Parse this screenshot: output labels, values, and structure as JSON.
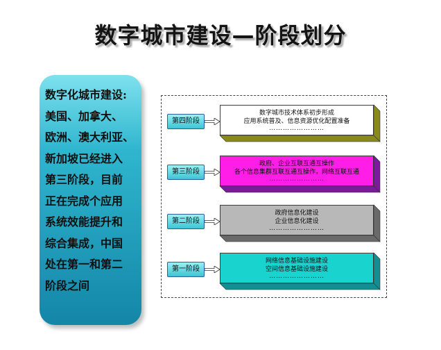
{
  "title": "数字城市建设—阶段划分",
  "left_panel": {
    "lines": [
      "数字化城市建设:",
      "美国、加拿大、",
      "欧洲、澳大利亚、",
      "新加坡已经进入",
      "第三阶段，目前",
      "正在完成个应用",
      "系统效能提升和",
      "综合集成，中国",
      "处在第一和第二",
      "阶段之间"
    ]
  },
  "stages": [
    {
      "label": "第四阶段",
      "line1": "数字城市技术体系初步形成",
      "line2": "应用系统普及、信息资源优化配置准备",
      "dots": "……………………",
      "face_color": "#ffffff",
      "depth_color": "#8a8a1a"
    },
    {
      "label": "第三阶段",
      "line1": "政府、企业互联互通互操作",
      "line2": "各个信息集群互联互通互操作，网络互联互通",
      "dots": "……………………",
      "face_color": "#ff1ee8",
      "depth_color": "#7b1a9a"
    },
    {
      "label": "第二阶段",
      "line1": "政府信息化建设",
      "line2": "企业信息化建设",
      "dots": "……………………",
      "face_color": "#b8b8b8",
      "depth_color": "#6a6a6a"
    },
    {
      "label": "第一阶段",
      "line1": "网络信息基础设施建设",
      "line2": "空间信息基础设施建设",
      "dots": "……………………",
      "face_color": "#19d3cf",
      "depth_color": "#128f95"
    }
  ]
}
